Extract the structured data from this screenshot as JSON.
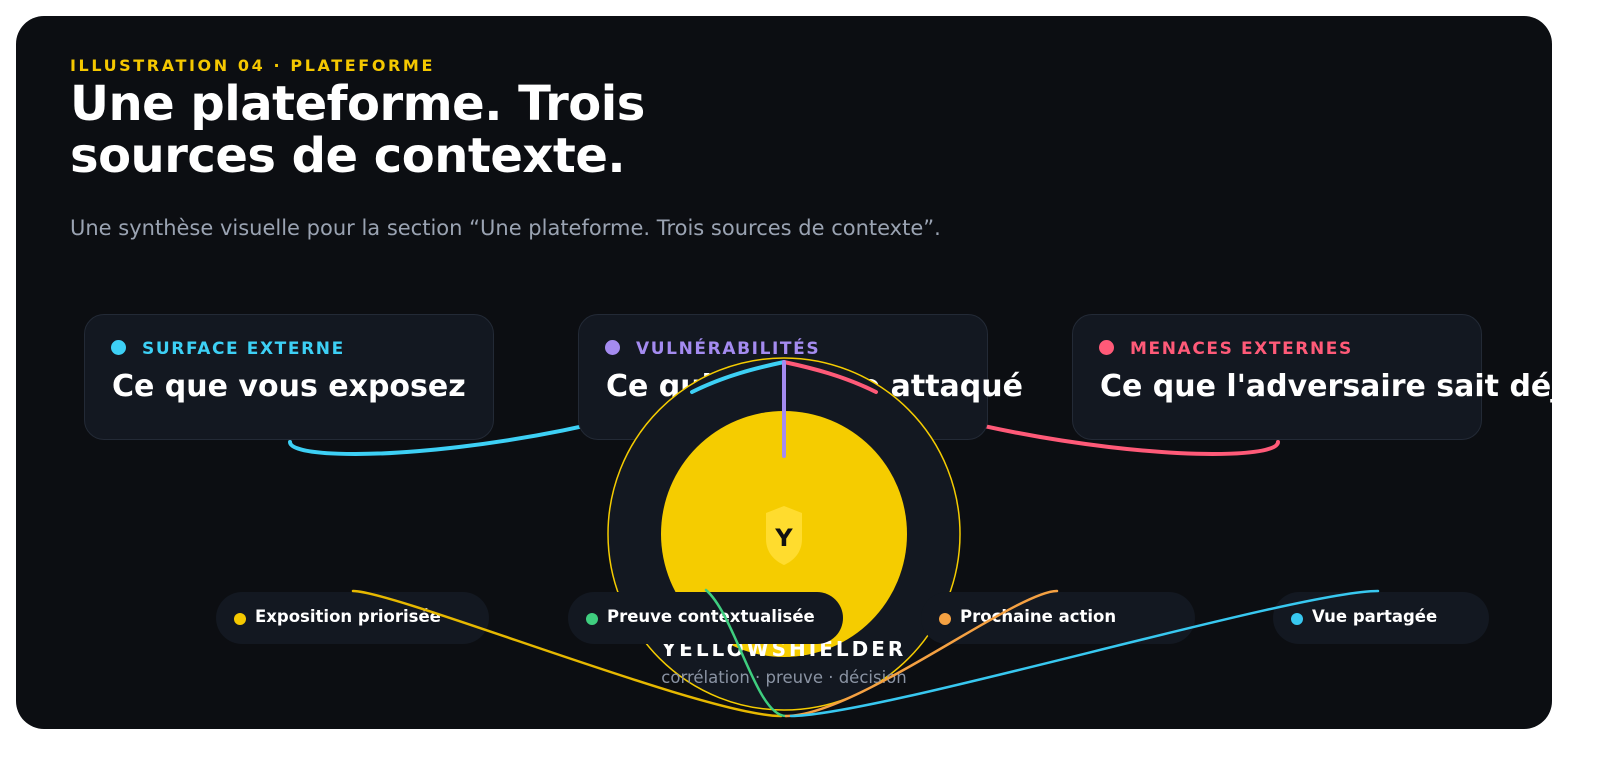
{
  "header": {
    "eyebrow": "ILLUSTRATION 04 · PLATEFORME",
    "title": "Une plateforme. Trois sources de contexte.",
    "subtitle": "Une synthèse visuelle pour la section “Une plateforme. Trois sources de contexte”."
  },
  "sources": [
    {
      "label": "SURFACE EXTERNE",
      "text": "Ce que vous exposez",
      "color": "#3dd0f5"
    },
    {
      "label": "VULNÉRABILITÉS",
      "text": "Ce qui peut être attaqué",
      "color": "#a48bf0"
    },
    {
      "label": "MENACES EXTERNES",
      "text": "Ce que l'adversaire sait déjà",
      "color": "#ff5a78"
    }
  ],
  "hub": {
    "name": "YELLOWSHIELDER",
    "tagline": "corrélation · preuve · décision",
    "logo_letter": "Y",
    "icon": "shield-icon",
    "color": "#f5cc00"
  },
  "outputs": [
    {
      "label": "Exposition priorisée",
      "color": "#f5c800"
    },
    {
      "label": "Preuve contextualisée",
      "color": "#3fce7f"
    },
    {
      "label": "Prochaine action",
      "color": "#f5a142"
    },
    {
      "label": "Vue partagée",
      "color": "#38c8f0"
    }
  ]
}
